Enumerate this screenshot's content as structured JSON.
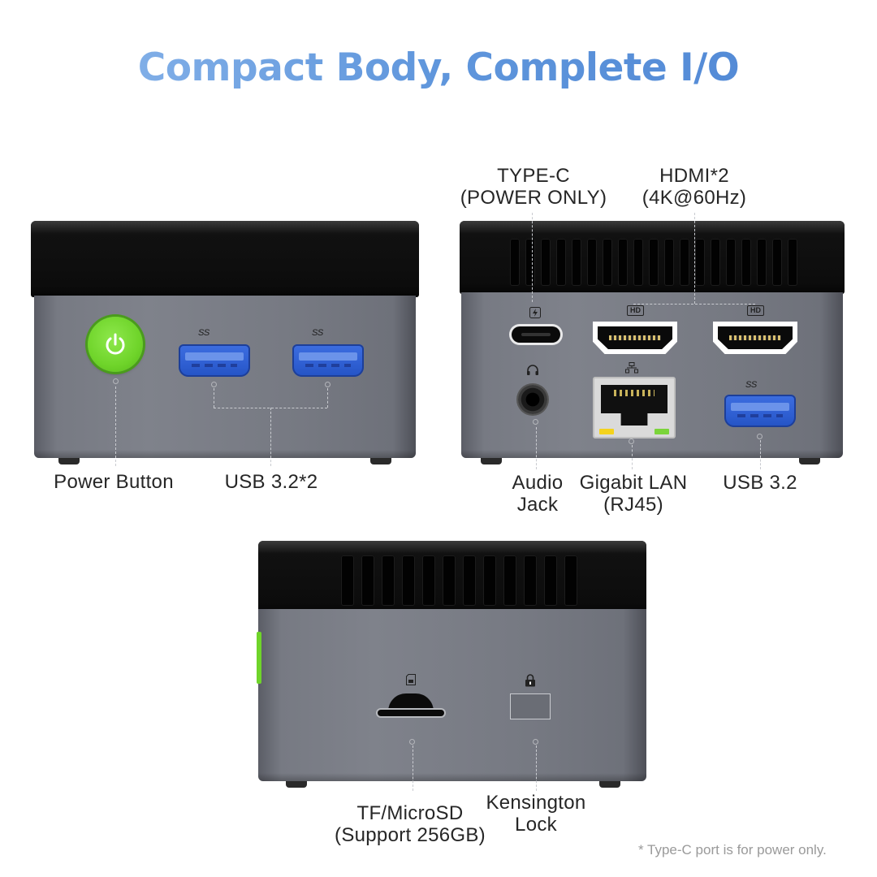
{
  "title": "Compact Body, Complete I/O",
  "labels": {
    "power_button": "Power Button",
    "usb_front": "USB 3.2*2",
    "typec_line1": "TYPE-C",
    "typec_line2": "(POWER ONLY)",
    "hdmi_line1": "HDMI*2",
    "hdmi_line2": "(4K@60Hz)",
    "audio_line1": "Audio",
    "audio_line2": "Jack",
    "lan_line1": "Gigabit LAN",
    "lan_line2": "(RJ45)",
    "usb_rear": "USB 3.2",
    "tf_line1": "TF/MicroSD",
    "tf_line2": "(Support 256GB)",
    "kensington_line1": "Kensington",
    "kensington_line2": "Lock"
  },
  "port_marks": {
    "superspeed": "SS",
    "hd": "HD"
  },
  "footnote": "* Type-C port is for power only.",
  "icons": [
    "power-icon",
    "usb-superspeed-icon",
    "lightning-icon",
    "hd-icon",
    "headphone-icon",
    "network-icon",
    "sd-card-icon",
    "lock-icon"
  ],
  "colors": {
    "title_gradient_start": "#8fb9ec",
    "title_gradient_end": "#4f86d4",
    "power_button": "#6fd42a",
    "usb_port": "#2f5fd2",
    "chassis": "#7a7d86",
    "lid": "#0c0c0c"
  }
}
